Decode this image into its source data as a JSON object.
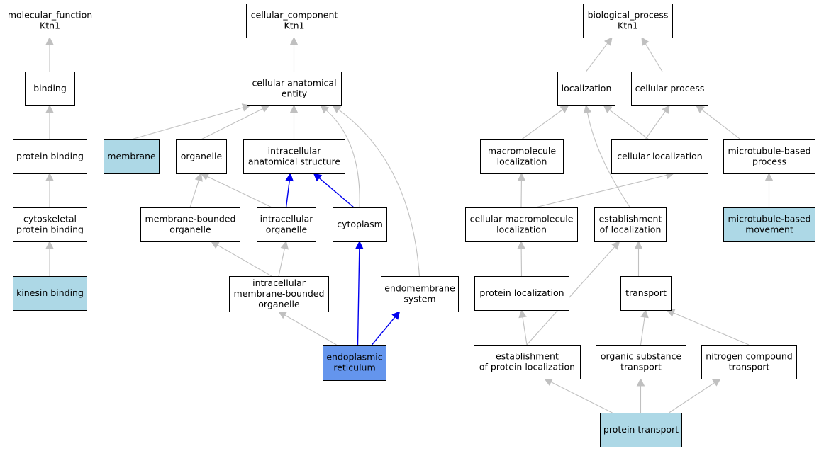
{
  "colors": {
    "default_fill": "#ffffff",
    "annotated_fill": "#add8e6",
    "focus_fill": "#6495ed",
    "edge_default": "#c0c0c0",
    "edge_highlight": "#0000ee"
  },
  "nodes": [
    {
      "id": "mf_root",
      "lines": [
        "molecular_function",
        "Ktn1"
      ],
      "kind": "default"
    },
    {
      "id": "binding",
      "lines": [
        "binding"
      ],
      "kind": "default"
    },
    {
      "id": "protein_binding",
      "lines": [
        "protein binding"
      ],
      "kind": "default"
    },
    {
      "id": "cytoskeletal_protein_binding",
      "lines": [
        "cytoskeletal",
        "protein binding"
      ],
      "kind": "default"
    },
    {
      "id": "kinesin_binding",
      "lines": [
        "kinesin binding"
      ],
      "kind": "annotated"
    },
    {
      "id": "cc_root",
      "lines": [
        "cellular_component",
        "Ktn1"
      ],
      "kind": "default"
    },
    {
      "id": "cellular_anatomical_entity",
      "lines": [
        "cellular anatomical",
        "entity"
      ],
      "kind": "default"
    },
    {
      "id": "membrane",
      "lines": [
        "membrane"
      ],
      "kind": "annotated"
    },
    {
      "id": "organelle",
      "lines": [
        "organelle"
      ],
      "kind": "default"
    },
    {
      "id": "intracellular_anatomical_structure",
      "lines": [
        "intracellular",
        "anatomical structure"
      ],
      "kind": "default"
    },
    {
      "id": "membrane_bounded_organelle",
      "lines": [
        "membrane-bounded",
        "organelle"
      ],
      "kind": "default"
    },
    {
      "id": "intracellular_organelle",
      "lines": [
        "intracellular",
        "organelle"
      ],
      "kind": "default"
    },
    {
      "id": "cytoplasm",
      "lines": [
        "cytoplasm"
      ],
      "kind": "default"
    },
    {
      "id": "intracellular_mb_organelle",
      "lines": [
        "intracellular",
        "membrane-bounded",
        "organelle"
      ],
      "kind": "default"
    },
    {
      "id": "endomembrane_system",
      "lines": [
        "endomembrane",
        "system"
      ],
      "kind": "default"
    },
    {
      "id": "endoplasmic_reticulum",
      "lines": [
        "endoplasmic",
        "reticulum"
      ],
      "kind": "focus"
    },
    {
      "id": "bp_root",
      "lines": [
        "biological_process",
        "Ktn1"
      ],
      "kind": "default"
    },
    {
      "id": "localization",
      "lines": [
        "localization"
      ],
      "kind": "default"
    },
    {
      "id": "cellular_process",
      "lines": [
        "cellular process"
      ],
      "kind": "default"
    },
    {
      "id": "macromolecule_localization",
      "lines": [
        "macromolecule",
        "localization"
      ],
      "kind": "default"
    },
    {
      "id": "cellular_localization",
      "lines": [
        "cellular localization"
      ],
      "kind": "default"
    },
    {
      "id": "microtubule_based_process",
      "lines": [
        "microtubule-based",
        "process"
      ],
      "kind": "default"
    },
    {
      "id": "cellular_macromolecule_localization",
      "lines": [
        "cellular macromolecule",
        "localization"
      ],
      "kind": "default"
    },
    {
      "id": "establishment_of_localization",
      "lines": [
        "establishment",
        "of localization"
      ],
      "kind": "default"
    },
    {
      "id": "microtubule_based_movement",
      "lines": [
        "microtubule-based",
        "movement"
      ],
      "kind": "annotated"
    },
    {
      "id": "protein_localization",
      "lines": [
        "protein localization"
      ],
      "kind": "default"
    },
    {
      "id": "transport",
      "lines": [
        "transport"
      ],
      "kind": "default"
    },
    {
      "id": "establishment_of_protein_localization",
      "lines": [
        "establishment",
        "of protein localization"
      ],
      "kind": "default"
    },
    {
      "id": "organic_substance_transport",
      "lines": [
        "organic substance",
        "transport"
      ],
      "kind": "default"
    },
    {
      "id": "nitrogen_compound_transport",
      "lines": [
        "nitrogen compound",
        "transport"
      ],
      "kind": "default"
    },
    {
      "id": "protein_transport",
      "lines": [
        "protein transport"
      ],
      "kind": "annotated"
    }
  ],
  "edges": [
    {
      "from": "binding",
      "to": "mf_root",
      "kind": "default"
    },
    {
      "from": "protein_binding",
      "to": "binding",
      "kind": "default"
    },
    {
      "from": "cytoskeletal_protein_binding",
      "to": "protein_binding",
      "kind": "default"
    },
    {
      "from": "kinesin_binding",
      "to": "cytoskeletal_protein_binding",
      "kind": "default"
    },
    {
      "from": "cellular_anatomical_entity",
      "to": "cc_root",
      "kind": "default"
    },
    {
      "from": "membrane",
      "to": "cellular_anatomical_entity",
      "kind": "default"
    },
    {
      "from": "organelle",
      "to": "cellular_anatomical_entity",
      "kind": "default"
    },
    {
      "from": "intracellular_anatomical_structure",
      "to": "cellular_anatomical_entity",
      "kind": "default"
    },
    {
      "from": "cytoplasm",
      "to": "cellular_anatomical_entity",
      "kind": "default"
    },
    {
      "from": "endomembrane_system",
      "to": "cellular_anatomical_entity",
      "kind": "default"
    },
    {
      "from": "membrane_bounded_organelle",
      "to": "organelle",
      "kind": "default"
    },
    {
      "from": "intracellular_organelle",
      "to": "organelle",
      "kind": "default"
    },
    {
      "from": "intracellular_organelle",
      "to": "intracellular_anatomical_structure",
      "kind": "highlight"
    },
    {
      "from": "cytoplasm",
      "to": "intracellular_anatomical_structure",
      "kind": "highlight"
    },
    {
      "from": "intracellular_mb_organelle",
      "to": "membrane_bounded_organelle",
      "kind": "default"
    },
    {
      "from": "intracellular_mb_organelle",
      "to": "intracellular_organelle",
      "kind": "default"
    },
    {
      "from": "endoplasmic_reticulum",
      "to": "intracellular_mb_organelle",
      "kind": "default"
    },
    {
      "from": "endoplasmic_reticulum",
      "to": "cytoplasm",
      "kind": "highlight"
    },
    {
      "from": "endoplasmic_reticulum",
      "to": "endomembrane_system",
      "kind": "highlight"
    },
    {
      "from": "localization",
      "to": "bp_root",
      "kind": "default"
    },
    {
      "from": "cellular_process",
      "to": "bp_root",
      "kind": "default"
    },
    {
      "from": "macromolecule_localization",
      "to": "localization",
      "kind": "default"
    },
    {
      "from": "cellular_localization",
      "to": "localization",
      "kind": "default"
    },
    {
      "from": "cellular_localization",
      "to": "cellular_process",
      "kind": "default"
    },
    {
      "from": "microtubule_based_process",
      "to": "cellular_process",
      "kind": "default"
    },
    {
      "from": "establishment_of_localization",
      "to": "localization",
      "kind": "default"
    },
    {
      "from": "cellular_macromolecule_localization",
      "to": "macromolecule_localization",
      "kind": "default"
    },
    {
      "from": "cellular_macromolecule_localization",
      "to": "cellular_localization",
      "kind": "default"
    },
    {
      "from": "microtubule_based_movement",
      "to": "microtubule_based_process",
      "kind": "default"
    },
    {
      "from": "protein_localization",
      "to": "cellular_macromolecule_localization",
      "kind": "default"
    },
    {
      "from": "transport",
      "to": "establishment_of_localization",
      "kind": "default"
    },
    {
      "from": "establishment_of_protein_localization",
      "to": "protein_localization",
      "kind": "default"
    },
    {
      "from": "establishment_of_protein_localization",
      "to": "establishment_of_localization",
      "kind": "default"
    },
    {
      "from": "organic_substance_transport",
      "to": "transport",
      "kind": "default"
    },
    {
      "from": "nitrogen_compound_transport",
      "to": "transport",
      "kind": "default"
    },
    {
      "from": "protein_transport",
      "to": "establishment_of_protein_localization",
      "kind": "default"
    },
    {
      "from": "protein_transport",
      "to": "organic_substance_transport",
      "kind": "default"
    },
    {
      "from": "protein_transport",
      "to": "nitrogen_compound_transport",
      "kind": "default"
    }
  ]
}
